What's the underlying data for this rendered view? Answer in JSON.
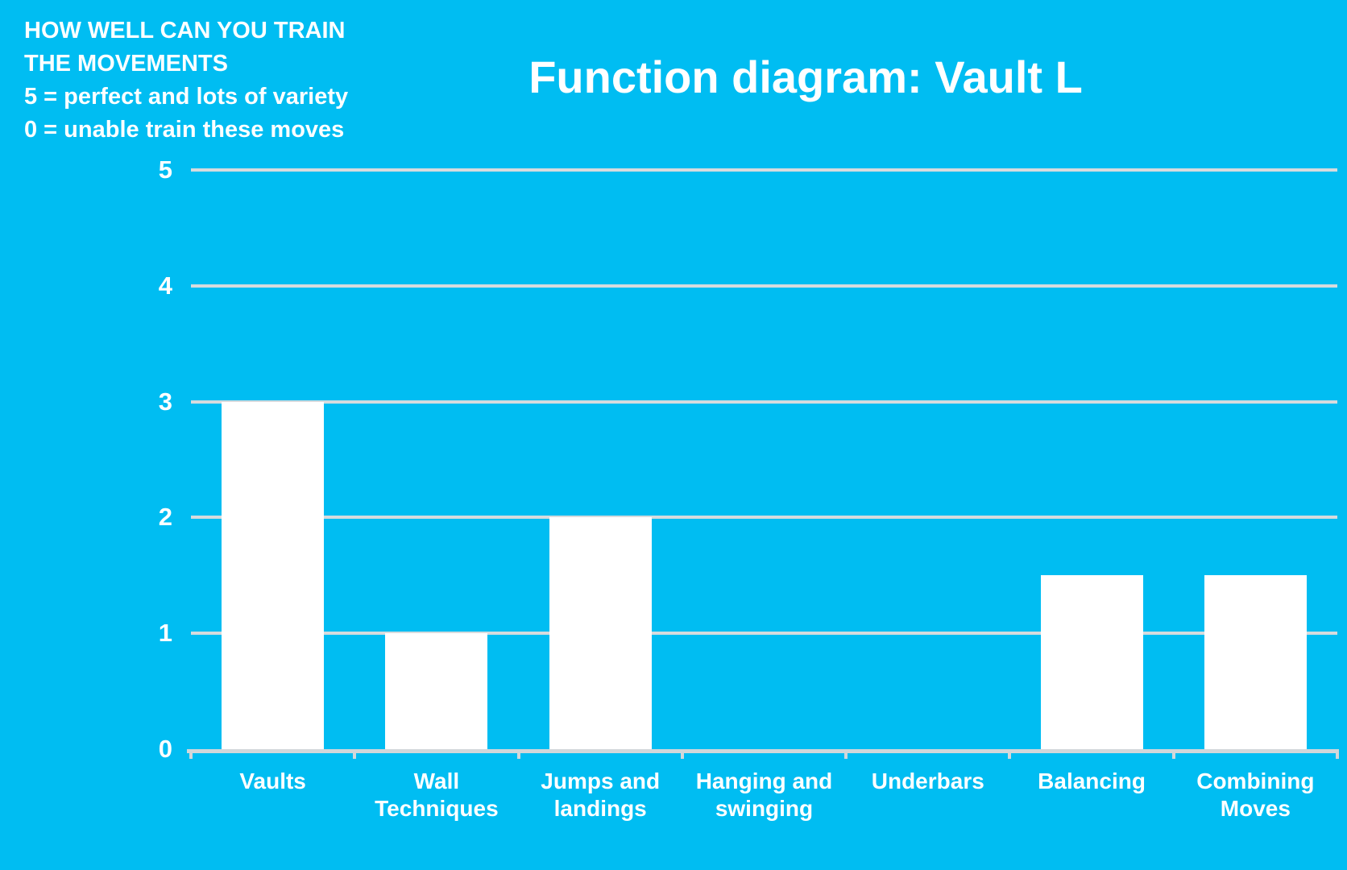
{
  "note": {
    "lines": [
      "HOW WELL CAN YOU TRAIN",
      "THE MOVEMENTS",
      "5 = perfect and lots of variety",
      "0 = unable train these moves"
    ]
  },
  "chart_data": {
    "type": "bar",
    "title": "Function diagram: Vault L",
    "categories": [
      "Vaults",
      "Wall Techniques",
      "Jumps and landings",
      "Hanging and swinging",
      "Underbars",
      "Balancing",
      "Combining Moves"
    ],
    "values": [
      3,
      1,
      2,
      0,
      0,
      1.5,
      1.5
    ],
    "xlabel": "",
    "ylabel": "",
    "ylim": [
      0,
      5
    ],
    "yticks": [
      5,
      4,
      3,
      2,
      1,
      0
    ],
    "grid": true,
    "legend": false
  },
  "colors": {
    "background": "#00BDF2",
    "bar": "#FFFFFF",
    "gridline": "#D6DBDE",
    "axis": "#D2D7DA",
    "text": "#FFFFFF"
  }
}
